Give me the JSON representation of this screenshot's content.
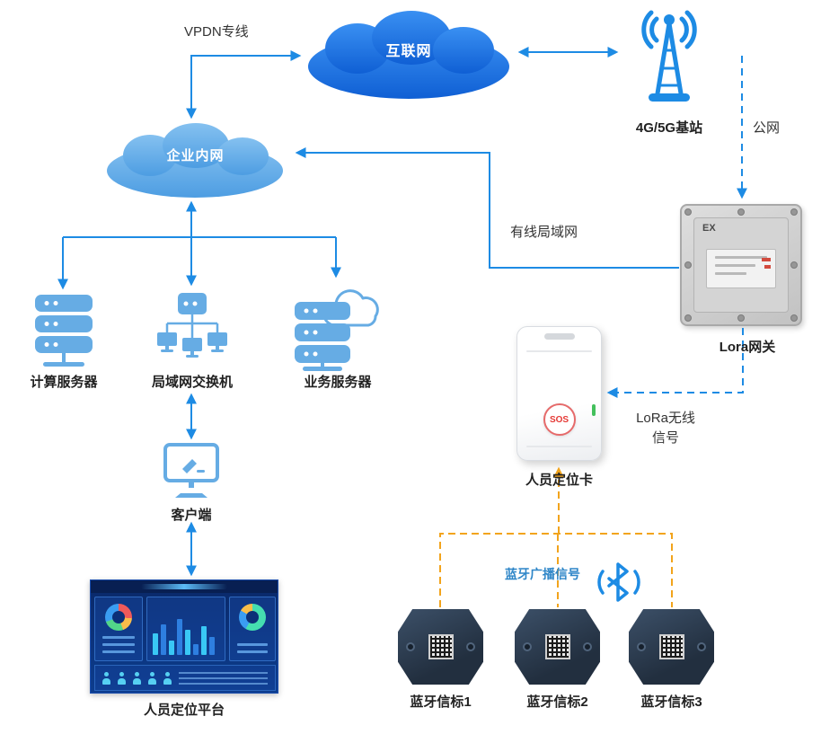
{
  "nodes": {
    "internet": {
      "label": "互联网"
    },
    "intranet": {
      "label": "企业内网"
    },
    "base_station": {
      "label": "4G/5G基站"
    },
    "gateway": {
      "label": "Lora网关",
      "marking": "EX"
    },
    "compute_server": {
      "label": "计算服务器"
    },
    "lan_switch": {
      "label": "局域网交换机"
    },
    "business_server": {
      "label": "业务服务器"
    },
    "client": {
      "label": "客户端"
    },
    "platform": {
      "label": "人员定位平台"
    },
    "badge": {
      "label": "人员定位卡",
      "button": "SOS"
    },
    "beacons": [
      {
        "label": "蓝牙信标1"
      },
      {
        "label": "蓝牙信标2"
      },
      {
        "label": "蓝牙信标3"
      }
    ]
  },
  "edges": {
    "vpdn": {
      "label": "VPDN专线"
    },
    "public_net": {
      "label": "公网"
    },
    "wired_lan": {
      "label": "有线局域网"
    },
    "lora": {
      "label_line1": "LoRa无线",
      "label_line2": "信号"
    },
    "bluetooth": {
      "label": "蓝牙广播信号"
    }
  },
  "colors": {
    "arrow": "#1d8be4",
    "orange": "#f2a41c",
    "cloud-dark-1": "#3a90f2",
    "cloud-dark-2": "#0f5fd4",
    "cloud-light-1": "#85c1f0",
    "cloud-light-2": "#4d9de2",
    "icon": "#66ace4",
    "label": "#222222",
    "bt-label": "#2e86c8"
  }
}
